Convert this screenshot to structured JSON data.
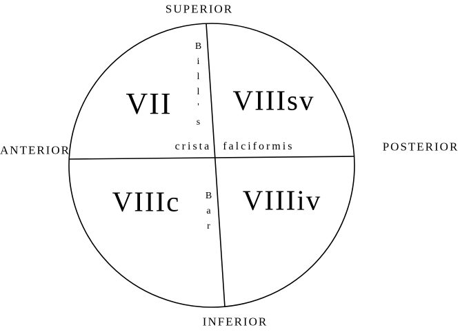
{
  "figure": {
    "orientation": {
      "top": "SUPERIOR",
      "bottom": "INFERIOR",
      "left": "ANTERIOR",
      "right": "POSTERIOR"
    },
    "quadrants": {
      "top_left": "VII",
      "top_right": "VIIIsv",
      "bottom_left": "VIIIc",
      "bottom_right": "VIIIiv"
    },
    "landmarks": {
      "vertical_crest_upper": "Bill's",
      "vertical_crest_lower": "Bar",
      "horizontal_crest": "crista falciformis"
    },
    "colors": {
      "stroke": "#000000",
      "background": "#ffffff"
    }
  }
}
